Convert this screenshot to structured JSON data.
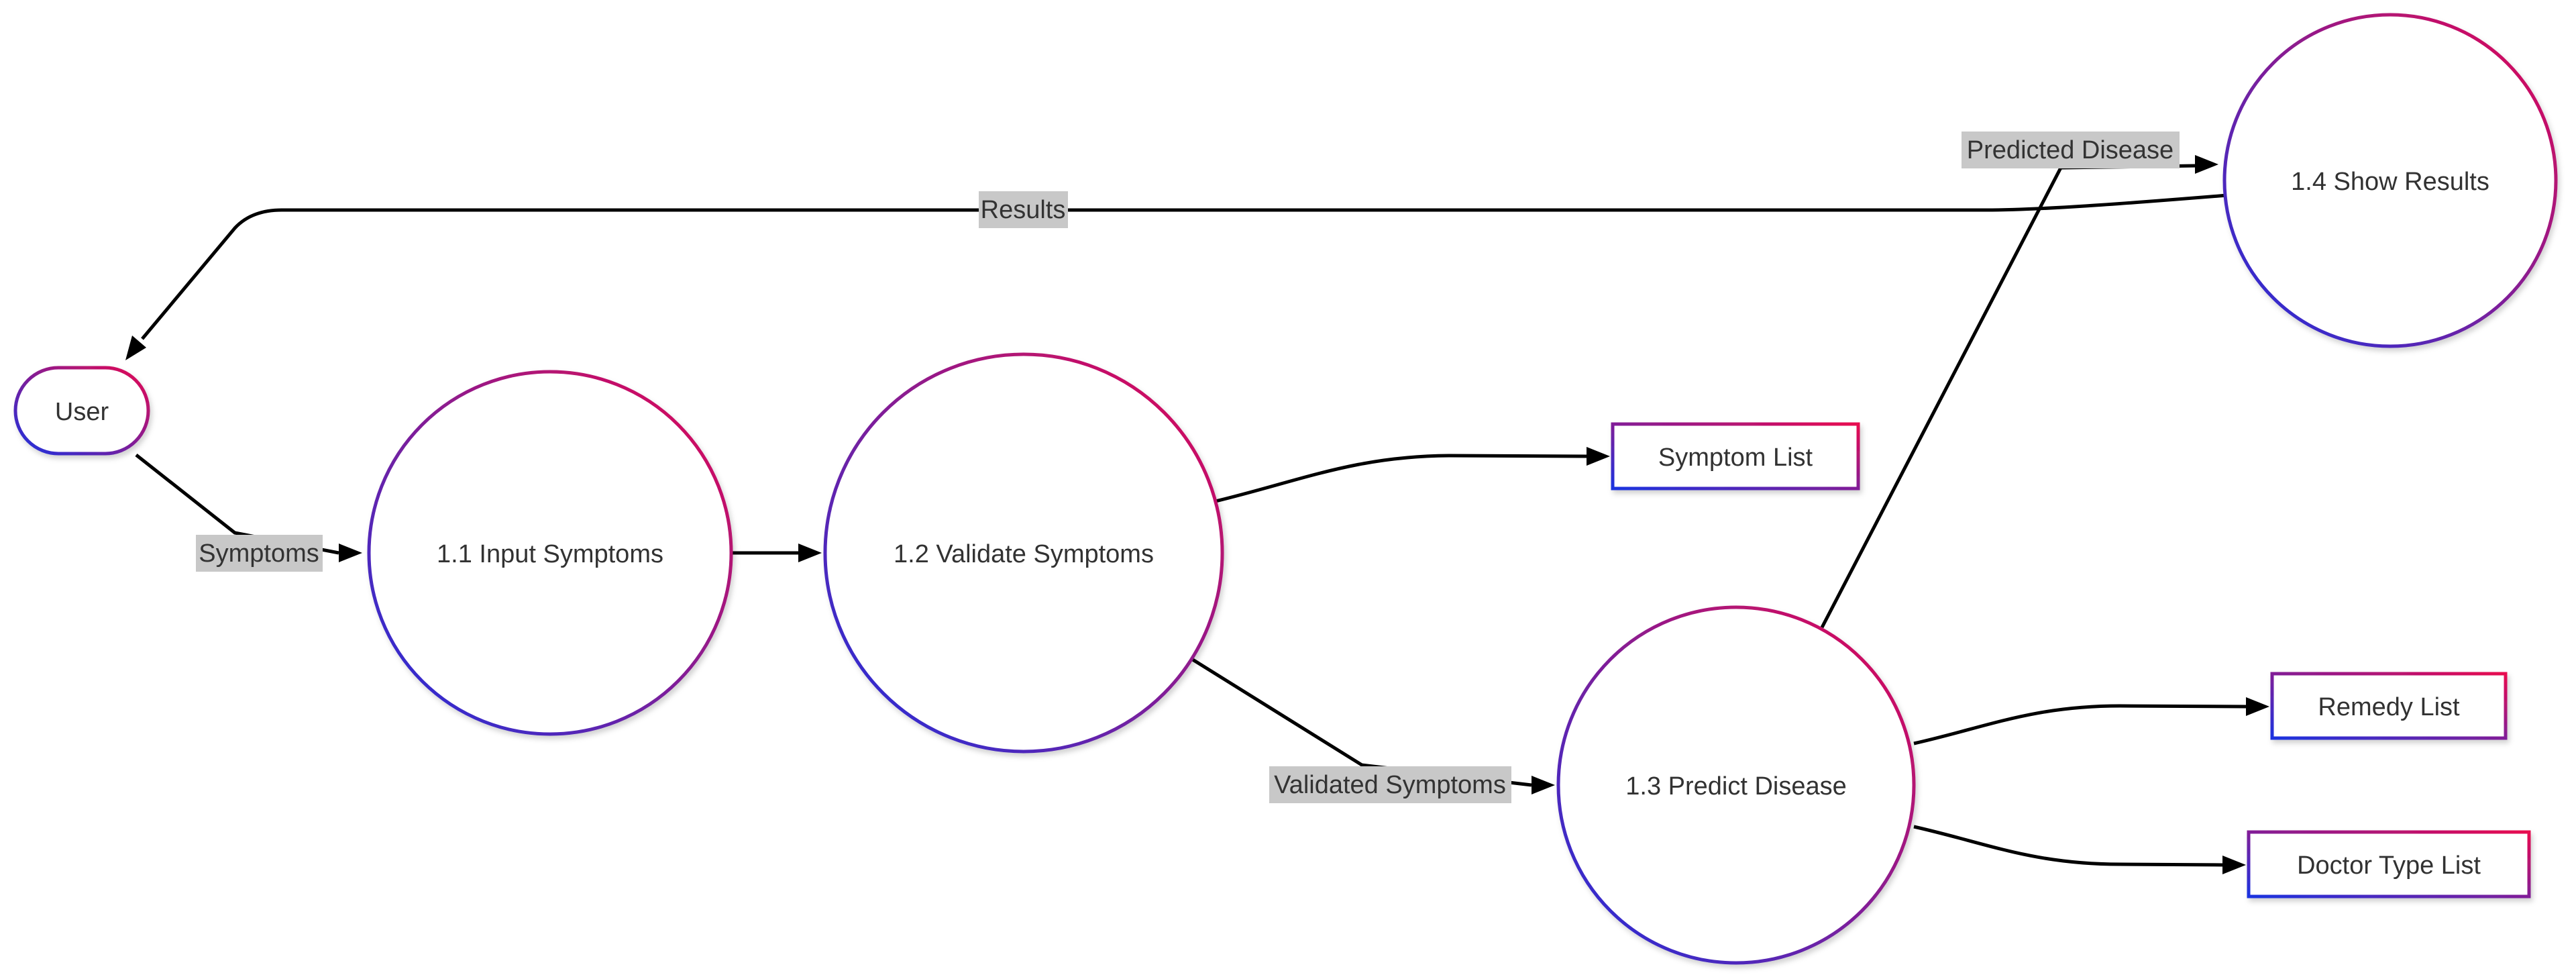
{
  "colors": {
    "gradient_start": "#1a32e0",
    "gradient_end": "#e8094f",
    "edge": "#000000",
    "label_background": "#c8c8c8",
    "text": "#333333",
    "background": "#ffffff"
  },
  "external_entities": {
    "user": "User"
  },
  "processes": {
    "input_symptoms": "1.1 Input Symptoms",
    "validate_symptoms": "1.2 Validate Symptoms",
    "predict_disease": "1.3 Predict Disease",
    "show_results": "1.4 Show Results"
  },
  "data_stores": {
    "symptom_list": "Symptom List",
    "remedy_list": "Remedy List",
    "doctor_type_list": "Doctor Type List"
  },
  "flows": {
    "symptoms": "Symptoms",
    "validated_symptoms": "Validated Symptoms",
    "predicted_disease": "Predicted Disease",
    "results": "Results"
  }
}
